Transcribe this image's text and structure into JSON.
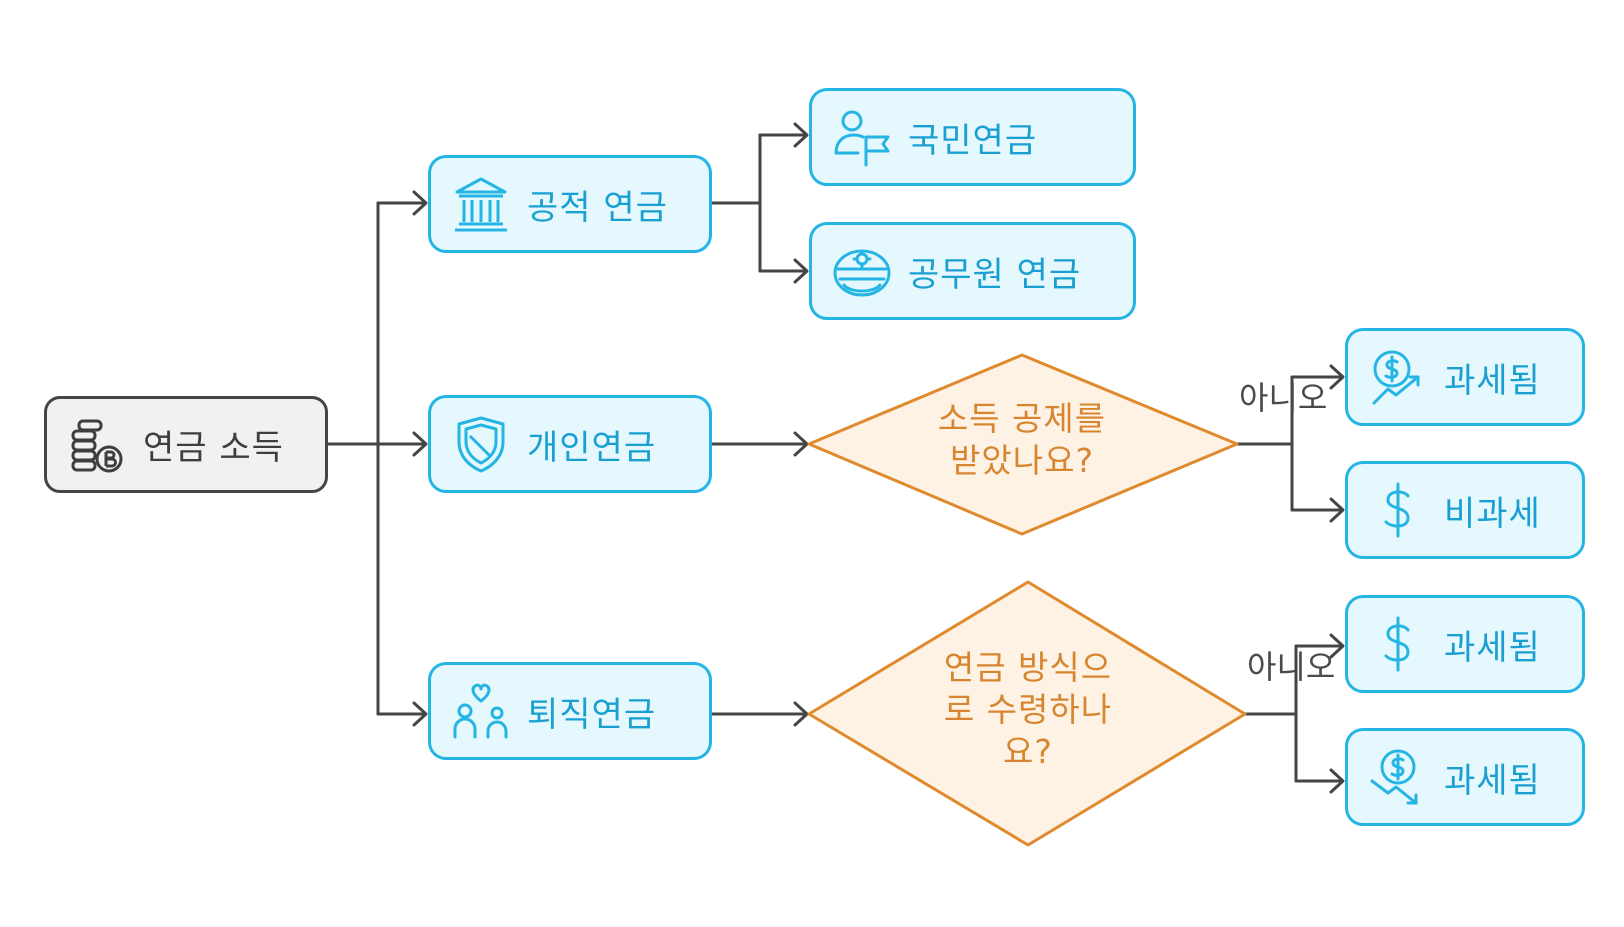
{
  "root": {
    "label": "연금 소득"
  },
  "branches": {
    "public": {
      "label": "공적 연금"
    },
    "personal": {
      "label": "개인연금"
    },
    "retirement": {
      "label": "퇴직연금"
    }
  },
  "public_children": {
    "national": {
      "label": "국민연금"
    },
    "civil": {
      "label": "공무원 연금"
    }
  },
  "decisions": {
    "deduction": {
      "line1": "소득 공제를",
      "line2": "받았나요?"
    },
    "method": {
      "line1": "연금 방식으",
      "line2": "로 수령하나",
      "line3": "요?"
    }
  },
  "edge_labels": {
    "deduction_no": "아니오",
    "method_no": "아니오"
  },
  "outcomes": {
    "deduction_taxed": {
      "label": "과세됨"
    },
    "deduction_untaxed": {
      "label": "비과세"
    },
    "method_taxed_a": {
      "label": "과세됨"
    },
    "method_taxed_b": {
      "label": "과세됨"
    }
  },
  "colors": {
    "accent_blue": "#25b5e5",
    "accent_blue_fill": "#e5f8fd",
    "decision_orange": "#e08a2e",
    "decision_fill": "#fef2e4",
    "root_border": "#454545",
    "connector": "#454545"
  },
  "icons": {
    "root": "coins-stack-icon",
    "public": "bank-building-icon",
    "personal": "shield-icon",
    "retirement": "family-heart-icon",
    "national": "person-flag-icon",
    "civil": "officer-cap-icon",
    "deduction_taxed": "money-up-icon",
    "deduction_untaxed": "dollar-icon",
    "method_taxed_a": "dollar-icon",
    "method_taxed_b": "money-down-icon"
  }
}
